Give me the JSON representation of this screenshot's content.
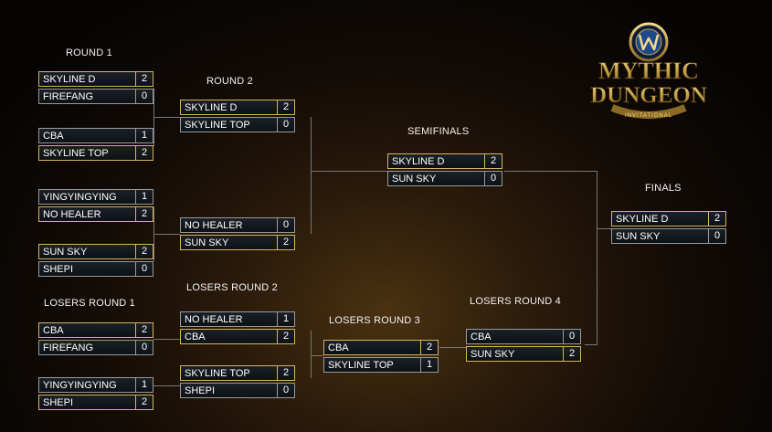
{
  "labels": {
    "round1": "ROUND 1",
    "round2": "ROUND 2",
    "semifinals": "SEMIFINALS",
    "finals": "FINALS",
    "losers_round1": "LOSERS ROUND 1",
    "losers_round2": "LOSERS ROUND 2",
    "losers_round3": "LOSERS ROUND 3",
    "losers_round4": "LOSERS ROUND 4"
  },
  "logo": {
    "line1": "MYTHIC",
    "line2": "DUNGEON",
    "line3": "INVITATIONAL"
  },
  "matches": {
    "r1m1": [
      {
        "team": "SKYLINE D",
        "score": "2"
      },
      {
        "team": "FIREFANG",
        "score": "0"
      }
    ],
    "r1m2": [
      {
        "team": "CBA",
        "score": "1"
      },
      {
        "team": "SKYLINE TOP",
        "score": "2"
      }
    ],
    "r1m3": [
      {
        "team": "YINGYINGYING",
        "score": "1"
      },
      {
        "team": "NO HEALER",
        "score": "2"
      }
    ],
    "r1m4": [
      {
        "team": "SUN SKY",
        "score": "2"
      },
      {
        "team": "SHEPI",
        "score": "0"
      }
    ],
    "r2m1": [
      {
        "team": "SKYLINE D",
        "score": "2"
      },
      {
        "team": "SKYLINE TOP",
        "score": "0"
      }
    ],
    "r2m2": [
      {
        "team": "NO HEALER",
        "score": "0"
      },
      {
        "team": "SUN SKY",
        "score": "2"
      }
    ],
    "sf": [
      {
        "team": "SKYLINE D",
        "score": "2"
      },
      {
        "team": "SUN SKY",
        "score": "0"
      }
    ],
    "final": [
      {
        "team": "SKYLINE D",
        "score": "2"
      },
      {
        "team": "SUN SKY",
        "score": "0"
      }
    ],
    "lr1m1": [
      {
        "team": "CBA",
        "score": "2"
      },
      {
        "team": "FIREFANG",
        "score": "0"
      }
    ],
    "lr1m2": [
      {
        "team": "YINGYINGYING",
        "score": "1"
      },
      {
        "team": "SHEPI",
        "score": "2"
      }
    ],
    "lr2m1": [
      {
        "team": "NO HEALER",
        "score": "1"
      },
      {
        "team": "CBA",
        "score": "2"
      }
    ],
    "lr2m2": [
      {
        "team": "SKYLINE TOP",
        "score": "2"
      },
      {
        "team": "SHEPI",
        "score": "0"
      }
    ],
    "lr3": [
      {
        "team": "CBA",
        "score": "2"
      },
      {
        "team": "SKYLINE TOP",
        "score": "1"
      }
    ],
    "lr4": [
      {
        "team": "CBA",
        "score": "0"
      },
      {
        "team": "SUN SKY",
        "score": "2"
      }
    ]
  },
  "colors": {
    "winner_border": "#d8b45a",
    "default_border": "#9a9a9a",
    "logo_gold": "#c9a24a"
  }
}
